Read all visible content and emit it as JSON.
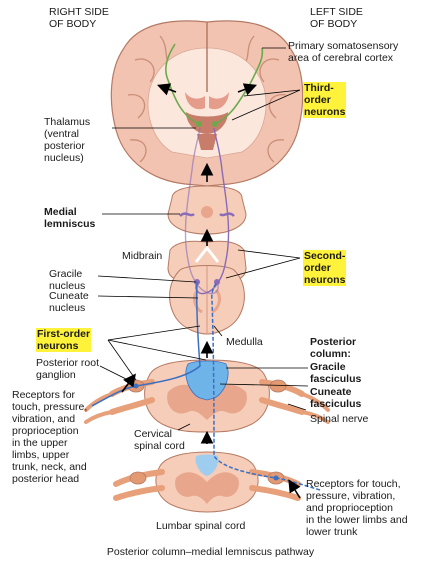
{
  "header": {
    "right_side": "RIGHT SIDE\nOF BODY",
    "left_side": "LEFT SIDE\nOF BODY"
  },
  "labels": {
    "primary_cortex": "Primary somatosensory\narea of cerebral cortex",
    "thalamus": "Thalamus\n(ventral\nposterior\nnucleus)",
    "third_order": "Third-\norder\nneurons",
    "medial_lemniscus": "Medial\nlemniscus",
    "midbrain": "Midbrain",
    "gracile_nucleus": "Gracile\nnucleus",
    "cuneate_nucleus": "Cuneate\nnucleus",
    "second_order": "Second-\norder\nneurons",
    "first_order": "First-order\nneurons",
    "medulla": "Medulla",
    "posterior_root_ganglion": "Posterior root\nganglion",
    "posterior_column": "Posterior\ncolumn:",
    "gracile_fasciculus": "Gracile\nfasciculus",
    "cuneate_fasciculus": "Cuneate\nfasciculus",
    "spinal_nerve": "Spinal nerve",
    "receptors_upper": "Receptors for\ntouch, pressure,\nvibration, and\nproprioception\nin the upper\nlimbs, upper\ntrunk, neck, and\nposterior head",
    "cervical_cord": "Cervical\nspinal cord",
    "receptors_lower": "Receptors for touch,\npressure, vibration,\nand proprioception\nin the lower limbs and\nlower trunk",
    "lumbar_cord": "Lumbar spinal cord",
    "caption": "Posterior column–medial lemniscus pathway"
  },
  "colors": {
    "highlight": "#fff23a",
    "cortex": "#f2c3b0",
    "white_matter": "#fbe7dc",
    "tissue": "#f6cdb8",
    "gray_matter": "#e8a68c",
    "posterior_column": "#6fb4e8",
    "first_order_neuron": "#3a6fc4",
    "second_order_neuron": "#8a6bb8",
    "third_order_neuron": "#6aaa4a",
    "leader": "#000000"
  }
}
